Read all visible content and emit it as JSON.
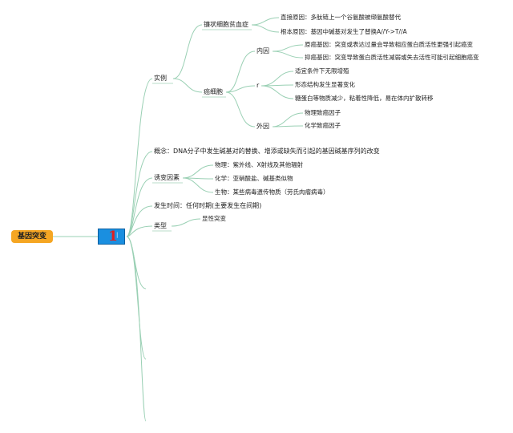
{
  "root": {
    "label": "基因突变"
  },
  "center": {
    "number": "1",
    "mark": "|"
  },
  "branches": {
    "examples": {
      "label": "实例",
      "sickle": {
        "label": "镰状细胞贫血症",
        "direct": "直接原因：多肽链上一个谷氨酸被缬氨酸替代",
        "root_cause": "根本原因：基因中碱基对发生了替换A//Y->T//A"
      },
      "cancer": {
        "label": "癌细胞",
        "internal": {
          "label": "内因",
          "proto": "原癌基因：突变或表达过量会导致相应蛋白质活性更强引起癌变",
          "suppressor": "抑癌基因：突变导致蛋白质活性减弱或失去活性可能引起细胞癌变"
        },
        "traits": {
          "label": "r",
          "t1": "适宜条件下无限增殖",
          "t2": "形态结构发生显著变化",
          "t3": "糖蛋白等物质减少，粘着性降低，易在体内扩散转移"
        },
        "external": {
          "label": "外因",
          "e1": "物理致癌因子",
          "e2": "化学致癌因子"
        }
      }
    },
    "concept": "概念：DNA分子中发生碱基对的替换、增添或缺失而引起的基因碱基序列的改变",
    "inducers": {
      "label": "诱变因素",
      "physical": "物理：紫外线、X射线及其他辐射",
      "chemical": "化学：亚硝酸盐、碱基类似物",
      "biological": "生物：某些病毒遗传物质（劳氏肉瘤病毒）"
    },
    "time": "发生时间：任何时期(主要发生在间期)",
    "types": {
      "label": "类型",
      "dominant": "显性突变"
    }
  }
}
